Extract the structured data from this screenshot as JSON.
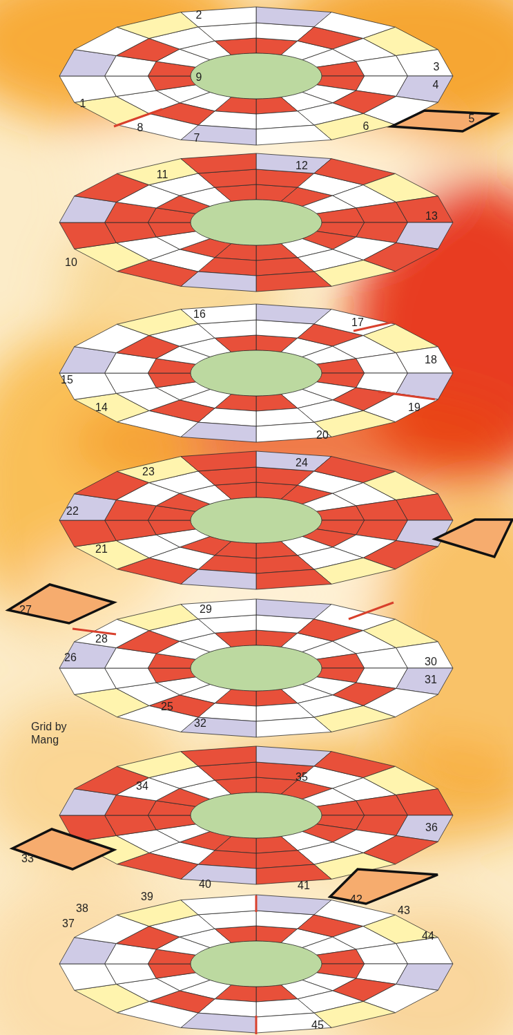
{
  "diagram": {
    "labels": [
      "1",
      "2",
      "3",
      "4",
      "5",
      "6",
      "7",
      "8",
      "9",
      "10",
      "11",
      "12",
      "13",
      "14",
      "15",
      "16",
      "17",
      "18",
      "19",
      "20",
      "21",
      "22",
      "23",
      "24",
      "25",
      "26",
      "27",
      "28",
      "29",
      "30",
      "31",
      "32",
      "Grid by Mang",
      "33",
      "34",
      "35",
      "36",
      "37",
      "38",
      "39",
      "40",
      "41",
      "42",
      "43",
      "44",
      "45"
    ]
  }
}
